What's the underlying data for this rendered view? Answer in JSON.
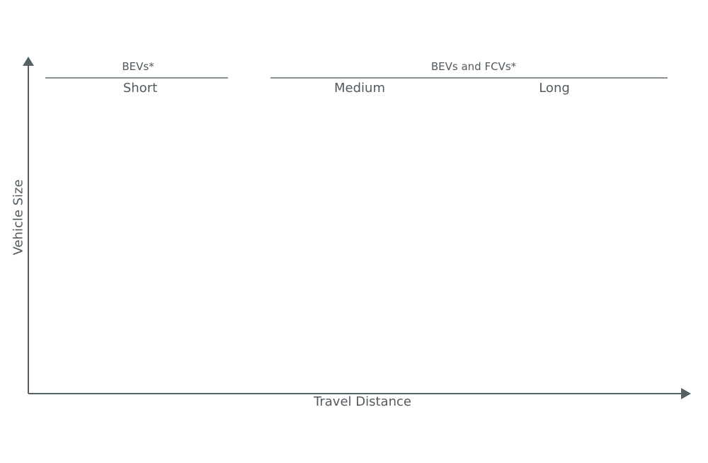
{
  "diagram": {
    "x_axis_label": "Travel Distance",
    "y_axis_label": "Vehicle Size",
    "groups": [
      {
        "label": "BEVs*"
      },
      {
        "label": "BEVs and FCVs*"
      }
    ],
    "categories": [
      {
        "label": "Short"
      },
      {
        "label": "Medium"
      },
      {
        "label": "Long"
      }
    ],
    "colors": {
      "axis": "#566067",
      "bracket": "#8a9398",
      "text": "#525a5f"
    }
  }
}
